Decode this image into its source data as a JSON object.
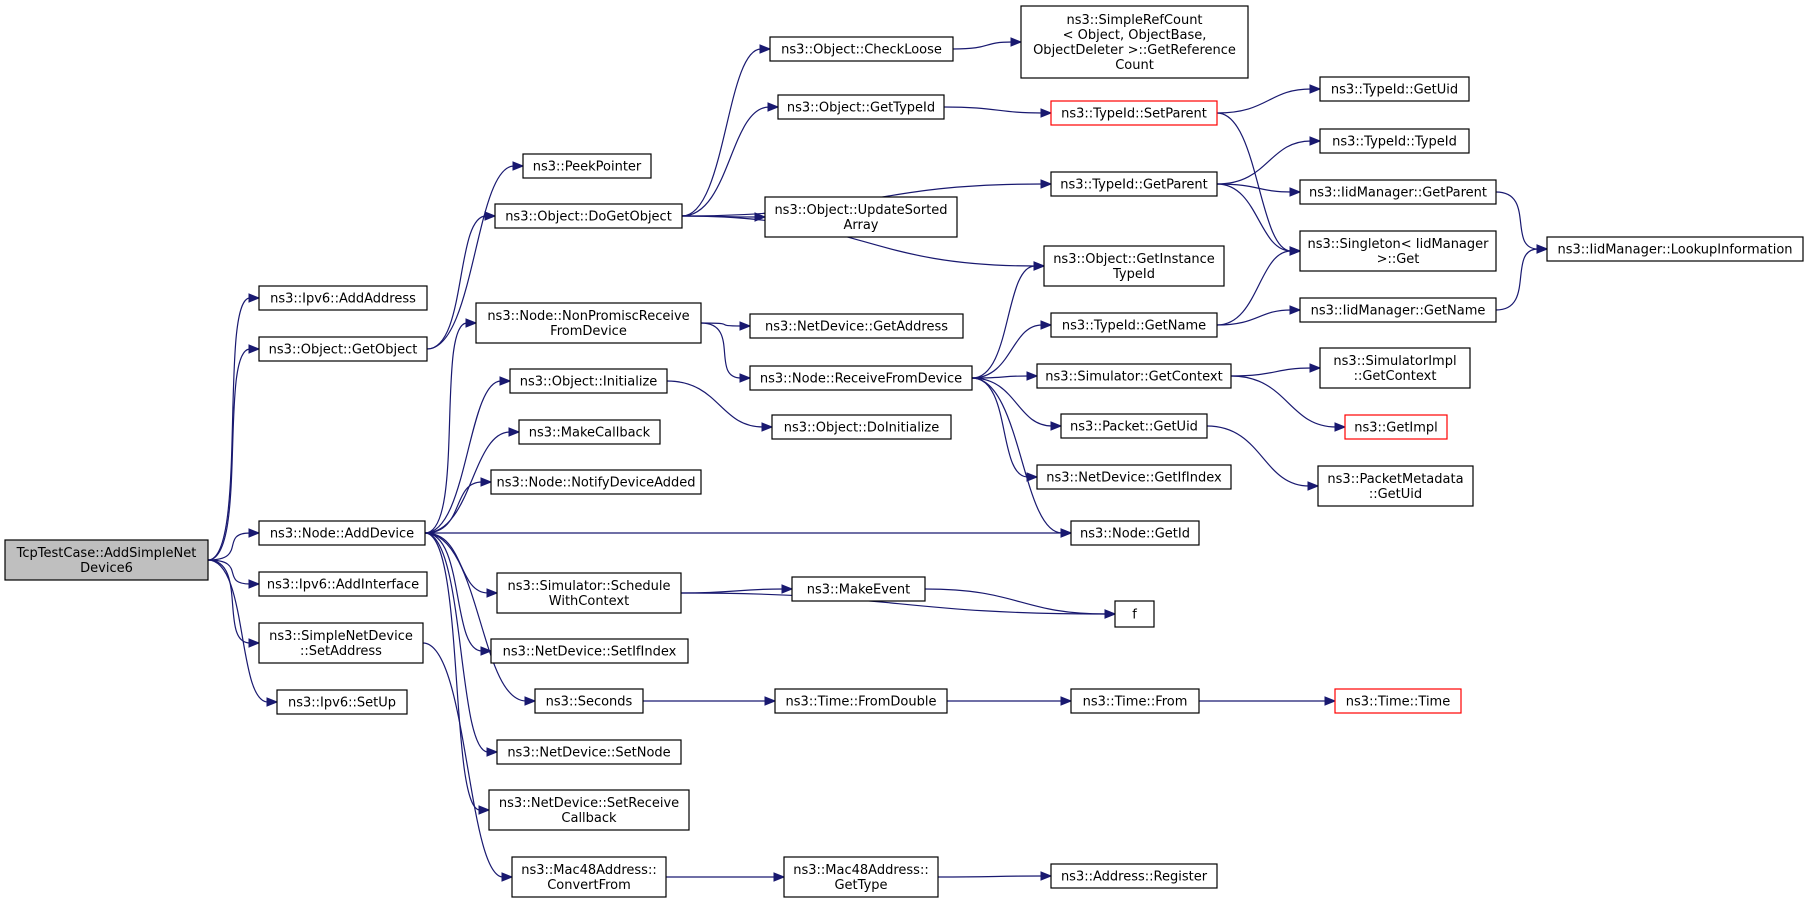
{
  "nodes": {
    "root": "TcpTestCase::AddSimpleNet\nDevice6",
    "ipv6_addaddress": "ns3::Ipv6::AddAddress",
    "object_getobject": "ns3::Object::GetObject",
    "node_adddevice": "ns3::Node::AddDevice",
    "ipv6_addinterface": "ns3::Ipv6::AddInterface",
    "simplenetdevice_setaddress": "ns3::SimpleNetDevice\n::SetAddress",
    "ipv6_setup": "ns3::Ipv6::SetUp",
    "peekpointer": "ns3::PeekPointer",
    "object_dogetobject": "ns3::Object::DoGetObject",
    "node_nonpromisc": "ns3::Node::NonPromiscReceive\nFromDevice",
    "object_initialize": "ns3::Object::Initialize",
    "makecallback": "ns3::MakeCallback",
    "node_notifydeviceadded": "ns3::Node::NotifyDeviceAdded",
    "simulator_schedulewithcontext": "ns3::Simulator::Schedule\nWithContext",
    "netdevice_setifindex": "ns3::NetDevice::SetIfIndex",
    "seconds": "ns3::Seconds",
    "netdevice_setnode": "ns3::NetDevice::SetNode",
    "netdevice_setreceivecallback": "ns3::NetDevice::SetReceive\nCallback",
    "mac48_convertfrom": "ns3::Mac48Address::\nConvertFrom",
    "object_checkloose": "ns3::Object::CheckLoose",
    "object_gettypeid": "ns3::Object::GetTypeId",
    "object_updatesortedarray": "ns3::Object::UpdateSorted\nArray",
    "netdevice_getaddress": "ns3::NetDevice::GetAddress",
    "node_receivefromdevice": "ns3::Node::ReceiveFromDevice",
    "object_doinitialize": "ns3::Object::DoInitialize",
    "makeevent": "ns3::MakeEvent",
    "time_fromdouble": "ns3::Time::FromDouble",
    "mac48_gettype": "ns3::Mac48Address::\nGetType",
    "simplerefcount": "ns3::SimpleRefCount\n< Object, ObjectBase,\nObjectDeleter >::GetReference\nCount",
    "typeid_setparent": "ns3::TypeId::SetParent",
    "typeid_getparent": "ns3::TypeId::GetParent",
    "object_getinstancetypeid": "ns3::Object::GetInstance\nTypeId",
    "typeid_getname": "ns3::TypeId::GetName",
    "simulator_getcontext": "ns3::Simulator::GetContext",
    "packet_getuid": "ns3::Packet::GetUid",
    "netdevice_getifindex": "ns3::NetDevice::GetIfIndex",
    "node_getid": "ns3::Node::GetId",
    "f": "f",
    "time_from": "ns3::Time::From",
    "address_register": "ns3::Address::Register",
    "typeid_getuid": "ns3::TypeId::GetUid",
    "typeid_typeid": "ns3::TypeId::TypeId",
    "iidmanager_getparent": "ns3::IidManager::GetParent",
    "singleton_get": "ns3::Singleton< IidManager\n>::Get",
    "iidmanager_getname": "ns3::IidManager::GetName",
    "simulatorimpl_getcontext": "ns3::SimulatorImpl\n::GetContext",
    "getimpl": "ns3::GetImpl",
    "packetmetadata_getuid": "ns3::PacketMetadata\n::GetUid",
    "time_time": "ns3::Time::Time",
    "iidmanager_lookupinformation": "ns3::IidManager::LookupInformation"
  },
  "colors": {
    "edge": "#191970",
    "root_fill": "#bfbfbf",
    "truncated_border": "#ff0000",
    "node_border": "#000000"
  }
}
